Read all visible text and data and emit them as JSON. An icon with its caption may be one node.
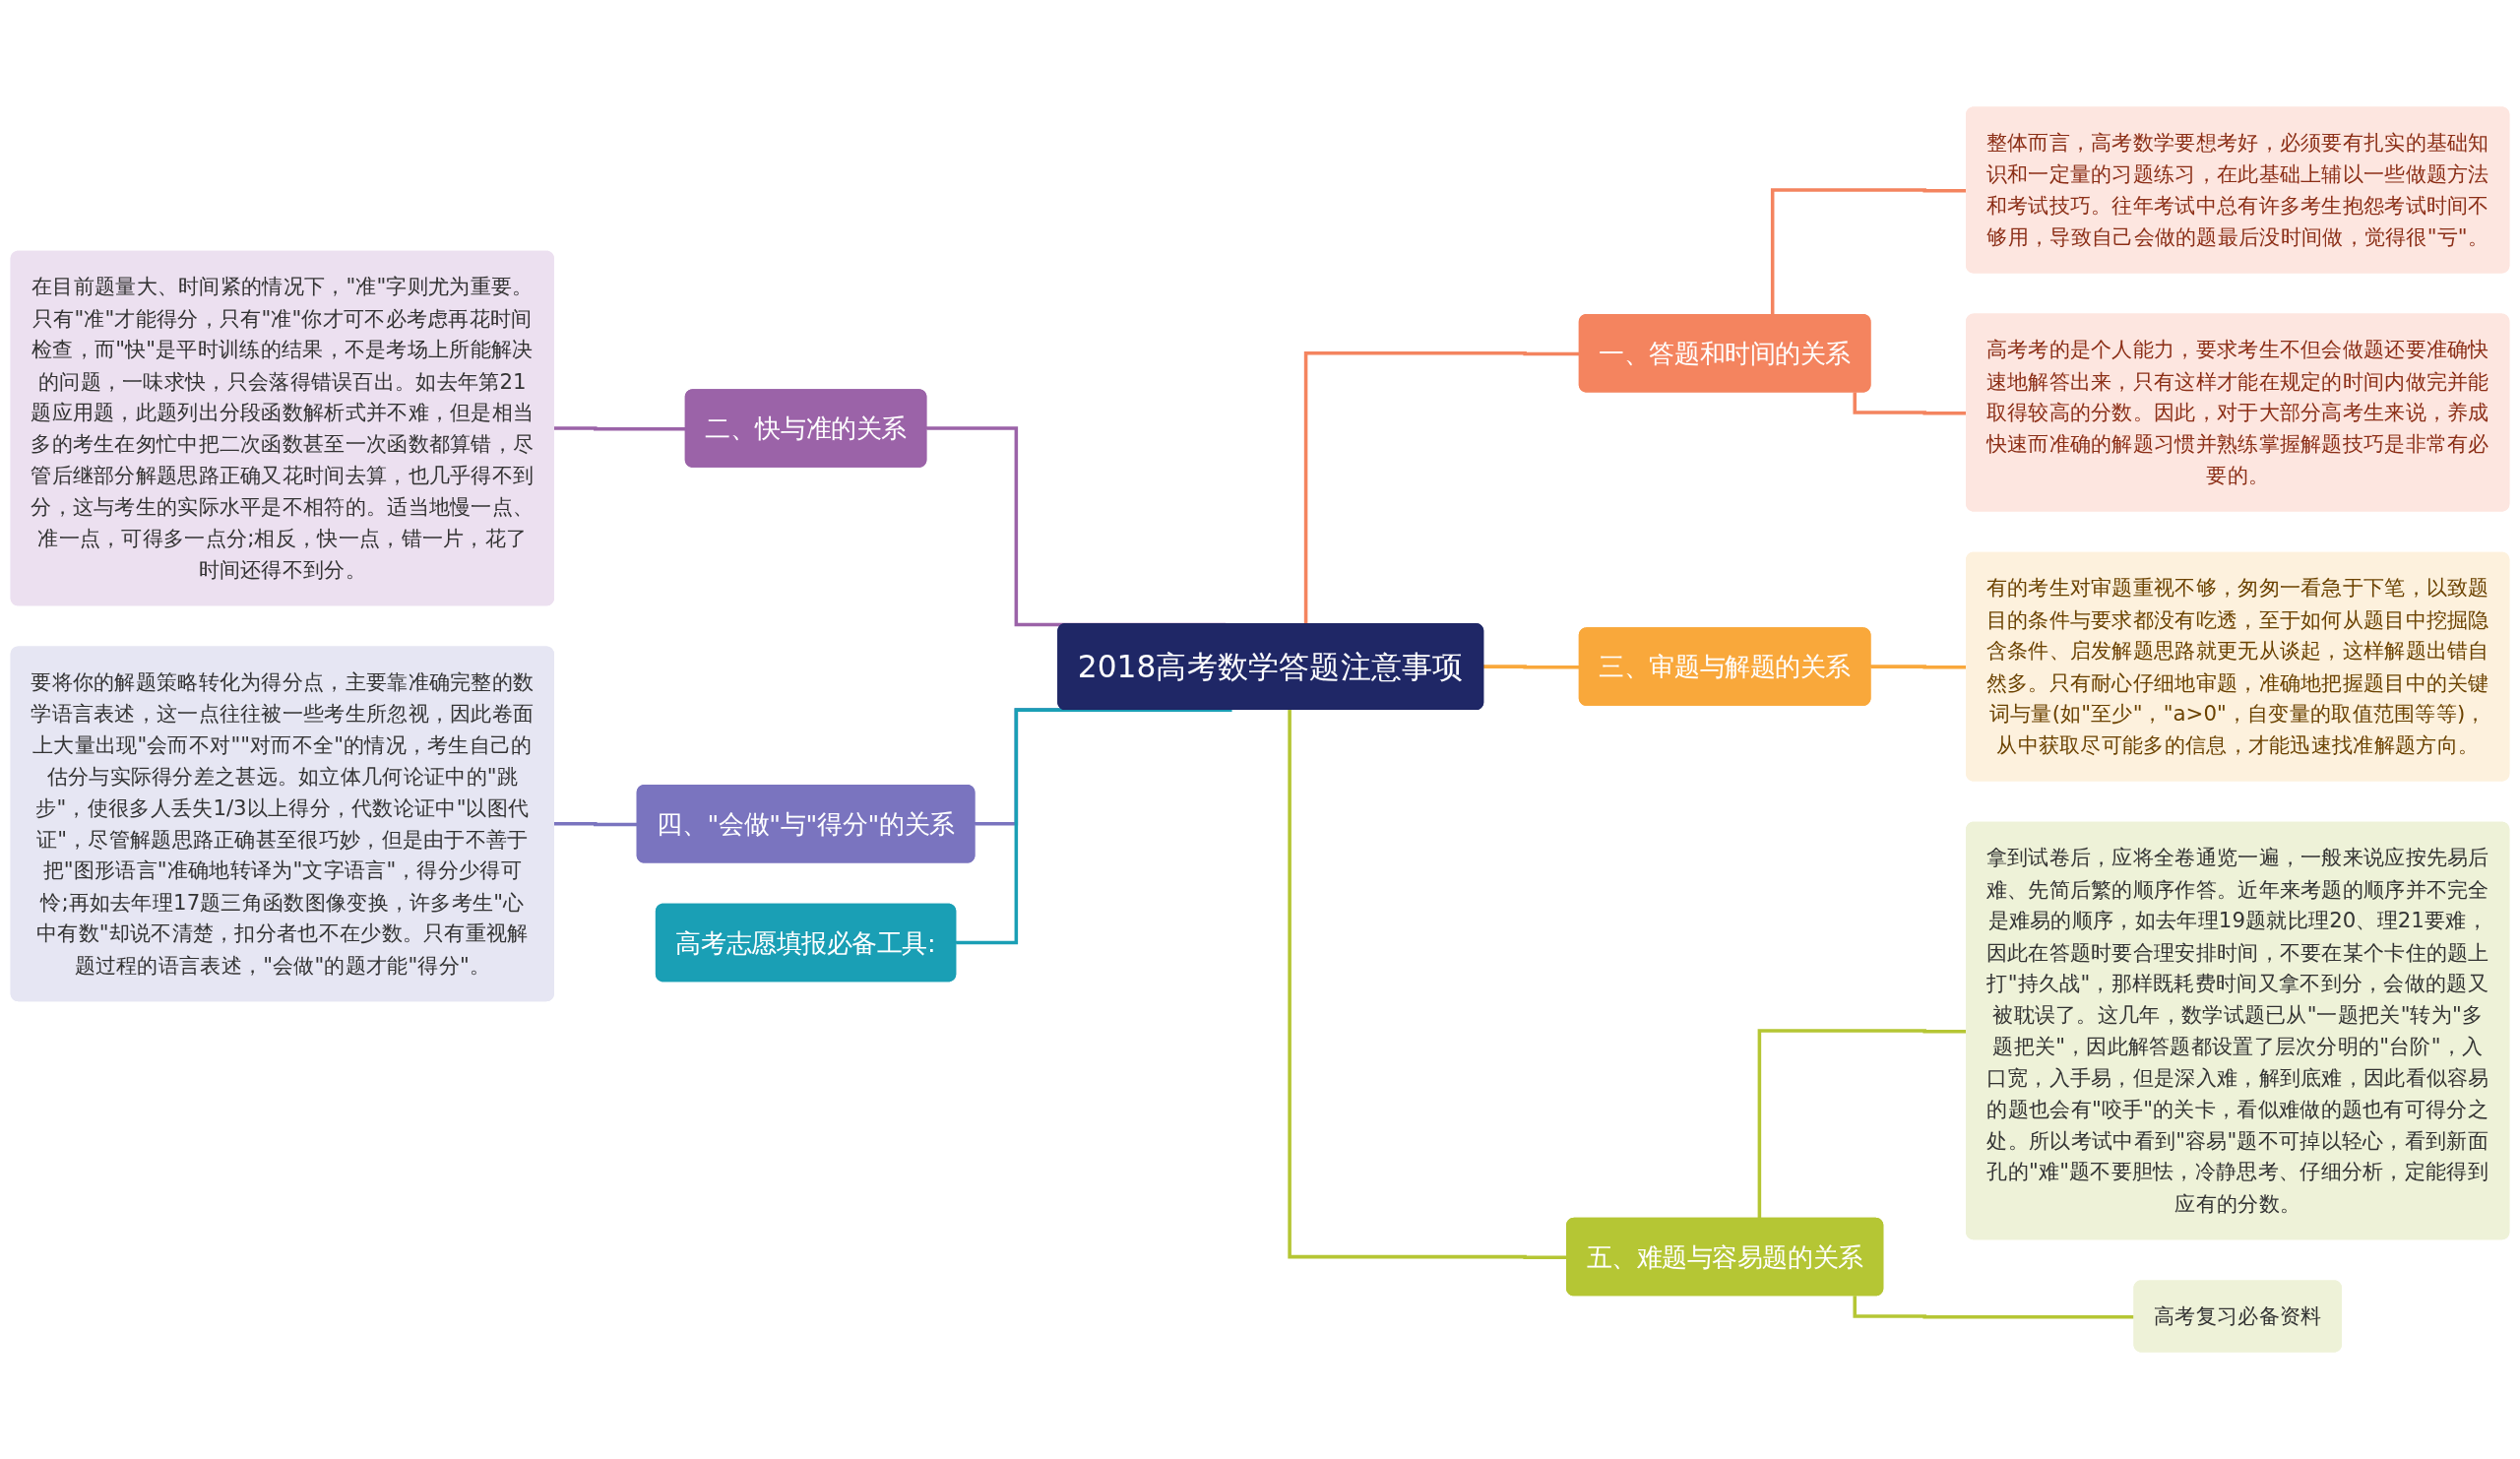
{
  "diagram": {
    "nodes": [
      {
        "text": [
          "2018高考数学答题注意事项"
        ]
      },
      {
        "text": [
          "一、答题和时间的关系"
        ]
      },
      {
        "text": [
          "整体而言，高考数学要想考好，必须要有扎实的基础知识和一定量的习题练习，在此基础上辅以一些做题方法和考试技巧。往年考试中总有许多考生抱怨考试时间不够用，导致自己会做的题最后没时间做，觉得很\"亏\"。"
        ]
      },
      {
        "text": [
          "高考考的是个人能力，要求考生不但会做题还要准确快速地解答出来，只有这样才能在规定的时间内做完并能取得较高的分数。因此，对于大部分高考生来说，养成快速而准确的解题习惯并熟练掌握解题技巧是非常有必要的。"
        ]
      },
      {
        "text": [
          "二、快与准的关系"
        ]
      },
      {
        "text": [
          "在目前题量大、时间紧的情况下，\"准\"字则尤为重要。只有\"准\"才能得分，只有\"准\"你才可不必考虑再花时间检查，而\"快\"是平时训练的结果，不是考场上所能解决的问题，一味求快，只会落得错误百出。如去年第21题应用题，此题列出分段函数解析式并不难，但是相当多的考生在匆忙中把二次函数甚至一次函数都算错，尽管后继部分解题思路正确又花时间去算，也几乎得不到分，这与考生的实际水平是不相符的。适当地慢一点、准一点，可得多一点分;相反，快一点，错一片，花了时间还得不到分。"
        ]
      },
      {
        "text": [
          "三、审题与解题的关系"
        ]
      },
      {
        "text": [
          "有的考生对审题重视不够，匆匆一看急于下笔，以致题目的条件与要求都没有吃透，至于如何从题目中挖掘隐含条件、启发解题思路就更无从谈起，这样解题出错自然多。只有耐心仔细地审题，准确地把握题目中的关键词与量(如\"至少\"，\"a>0\"，自变量的取值范围等等)，从中获取尽可能多的信息，才能迅速找准解题方向。"
        ]
      },
      {
        "text": [
          "四、\"会做\"与\"得分\"的关系"
        ]
      },
      {
        "text": [
          "要将你的解题策略转化为得分点，主要靠准确完整的数学语言表述，这一点往往被一些考生所忽视，因此卷面上大量出现\"会而不对\"\"对而不全\"的情况，考生自己的估分与实际得分差之甚远。如立体几何论证中的\"跳步\"，使很多人丢失1/3以上得分，代数论证中\"以图代证\"，尽管解题思路正确甚至很巧妙，但是由于不善于把\"图形语言\"准确地转译为\"文字语言\"，得分少得可怜;再如去年理17题三角函数图像变换，许多考生\"心中有数\"却说不清楚，扣分者也不在少数。只有重视解题过程的语言表述，\"会做\"的题才能\"得分\"。"
        ]
      },
      {
        "text": [
          "五、难题与容易题的关系"
        ]
      },
      {
        "text": [
          "拿到试卷后，应将全卷通览一遍，一般来说应按先易后难、先简后繁的顺序作答。近年来考题的顺序并不完全是难易的顺序，如去年理19题就比理20、理21要难，因此在答题时要合理安排时间，不要在某个卡住的题上打\"持久战\"，那样既耗费时间又拿不到分，会做的题又被耽误了。这几年，数学试题已从\"一题把关\"转为\"多题把关\"，因此解答题都设置了层次分明的\"台阶\"，入口宽，入手易，但是深入难，解到底难，因此看似容易的题也会有\"咬手\"的关卡，看似难做的题也有可得分之处。所以考试中看到\"容易\"题不可掉以轻心，看到新面孔的\"难\"题不要胆怯，冷静思考、仔细分析，定能得到应有的分数。"
        ]
      },
      {
        "text": [
          "高考复习必备资料"
        ]
      },
      {
        "text": [
          "高考志愿填报必备工具:"
        ]
      }
    ],
    "edges": [
      {
        "from": 0,
        "to": 1,
        "arrow": "none",
        "color": "#f4845f"
      },
      {
        "from": 1,
        "to": 2,
        "arrow": "none",
        "color": "#f4845f"
      },
      {
        "from": 1,
        "to": 3,
        "arrow": "none",
        "color": "#f4845f"
      },
      {
        "from": 5,
        "to": 4,
        "arrow": "none",
        "color": "#9b63a8"
      },
      {
        "from": 4,
        "to": 0,
        "arrow": "none",
        "color": "#9b63a8"
      },
      {
        "from": 0,
        "to": 6,
        "arrow": "none",
        "color": "#f9a83b"
      },
      {
        "from": 6,
        "to": 7,
        "arrow": "none",
        "color": "#f9a83b"
      },
      {
        "from": 9,
        "to": 8,
        "arrow": "none",
        "color": "#7a74bf"
      },
      {
        "from": 8,
        "to": 0,
        "arrow": "none",
        "color": "#7a74bf"
      },
      {
        "from": 0,
        "to": 10,
        "arrow": "none",
        "color": "#b5c634"
      },
      {
        "from": 10,
        "to": 11,
        "arrow": "none",
        "color": "#b5c634"
      },
      {
        "from": 10,
        "to": 12,
        "arrow": "none",
        "color": "#b5c634"
      },
      {
        "from": 13,
        "to": 0,
        "arrow": "none",
        "color": "#1a9fb5"
      }
    ]
  }
}
